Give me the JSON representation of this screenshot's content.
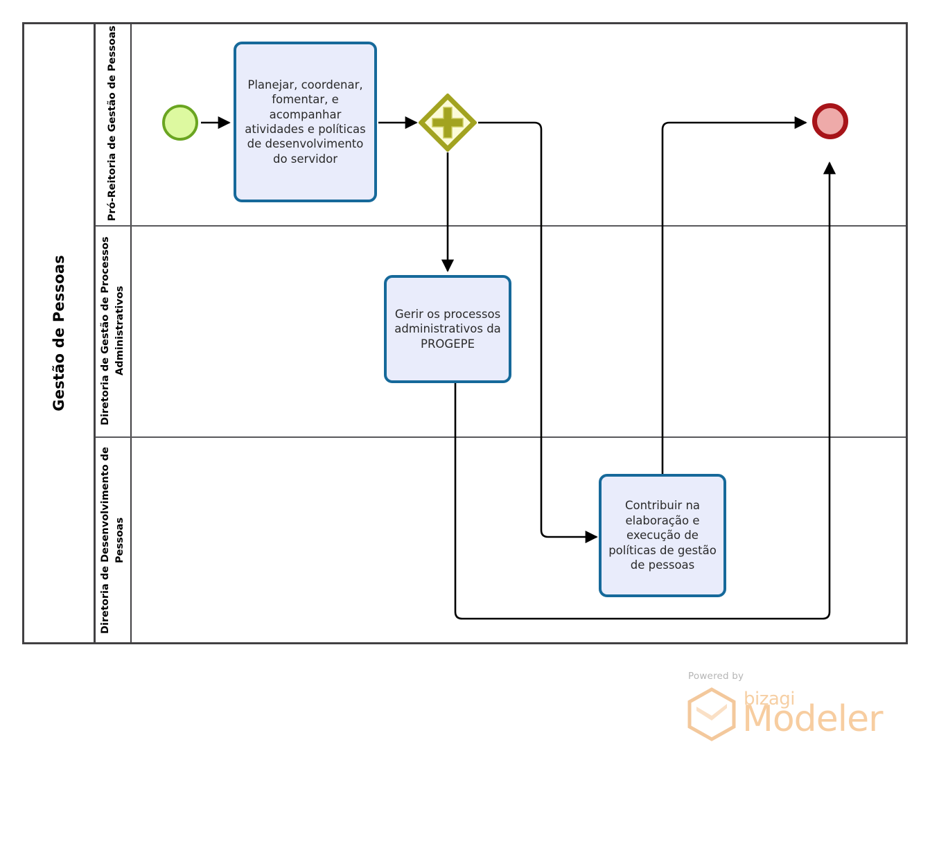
{
  "diagram": {
    "type": "bpmn-process-diagram",
    "pool": {
      "name": "Gestão de Pessoas"
    },
    "lanes": [
      {
        "id": "lane-1",
        "name": "Pró-Reitoria de Gestão de Pessoas"
      },
      {
        "id": "lane-2",
        "name": "Diretoria de Gestão de Processos Administrativos"
      },
      {
        "id": "lane-3",
        "name": "Diretoria de Desenvolvimento de Pessoas"
      }
    ],
    "nodes": [
      {
        "id": "start-event",
        "type": "start-event",
        "lane": "lane-1",
        "label": "",
        "fill": "#ddf9a0",
        "stroke": "#6aa521"
      },
      {
        "id": "task-planejar",
        "type": "task",
        "lane": "lane-1",
        "label": "Planejar, coordenar, fomentar, e acompanhar atividades e políticas de desenvolvimento do servidor",
        "fill": "#e9ecfb",
        "stroke": "#16699a"
      },
      {
        "id": "gateway-parallel",
        "type": "parallel-gateway",
        "lane": "lane-1",
        "label": "",
        "fill": "#fcfbd8",
        "stroke": "#a2a320"
      },
      {
        "id": "task-gerir",
        "type": "task",
        "lane": "lane-2",
        "label": "Gerir os processos administrativos da PROGEPE",
        "fill": "#e9ecfb",
        "stroke": "#16699a"
      },
      {
        "id": "task-contribuir",
        "type": "task",
        "lane": "lane-3",
        "label": "Contribuir na elaboração e execução de políticas de gestão de pessoas",
        "fill": "#e9ecfb",
        "stroke": "#16699a"
      },
      {
        "id": "end-event",
        "type": "end-event",
        "lane": "lane-1",
        "label": "",
        "fill": "#eeaaa9",
        "stroke": "#a71419"
      }
    ],
    "flows": [
      {
        "id": "flow-1",
        "from": "start-event",
        "to": "task-planejar"
      },
      {
        "id": "flow-2",
        "from": "task-planejar",
        "to": "gateway-parallel"
      },
      {
        "id": "flow-3",
        "from": "gateway-parallel",
        "to": "task-gerir"
      },
      {
        "id": "flow-4",
        "from": "gateway-parallel",
        "to": "task-contribuir"
      },
      {
        "id": "flow-5",
        "from": "task-contribuir",
        "to": "end-event"
      },
      {
        "id": "flow-6",
        "from": "task-gerir",
        "to": "end-event"
      }
    ]
  },
  "watermark": {
    "powered_by": "Powered by",
    "brand": "bizagi",
    "product": "Modeler",
    "color": "#f7cda0"
  }
}
